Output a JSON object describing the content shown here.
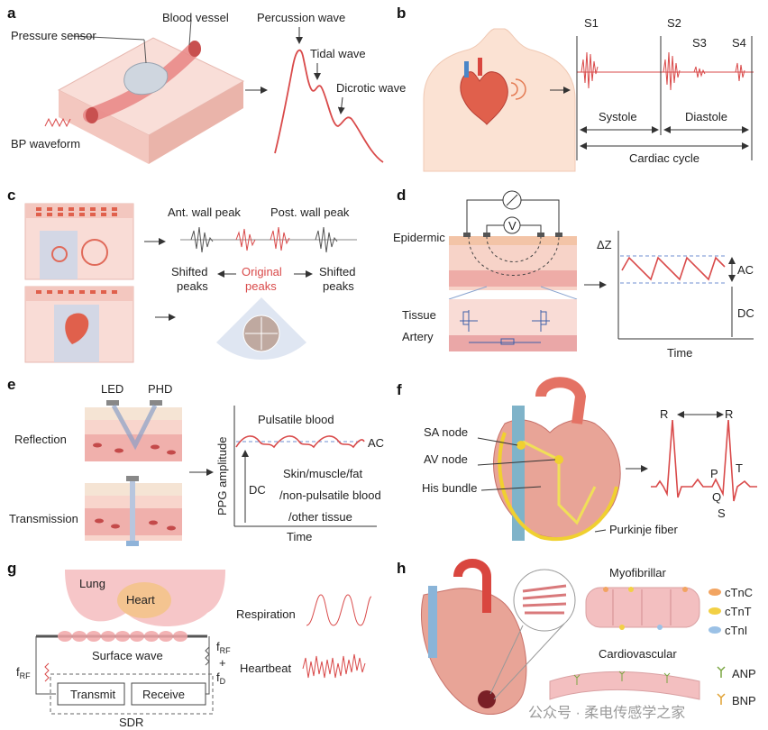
{
  "panels": {
    "a": {
      "letter": "a",
      "pressure_sensor": "Pressure sensor",
      "blood_vessel": "Blood vessel",
      "bp_waveform": "BP waveform",
      "percussion": "Percussion wave",
      "tidal": "Tidal wave",
      "dicrotic": "Dicrotic wave"
    },
    "b": {
      "letter": "b",
      "s1": "S1",
      "s2": "S2",
      "s3": "S3",
      "s4": "S4",
      "systole": "Systole",
      "diastole": "Diastole",
      "cycle": "Cardiac cycle"
    },
    "c": {
      "letter": "c",
      "ant": "Ant. wall peak",
      "post": "Post. wall peak",
      "shifted_l1": "Shifted",
      "shifted_l2": "peaks",
      "orig1": "Original",
      "orig2": "peaks",
      "shifted_r1": "Shifted",
      "shifted_r2": "peaks"
    },
    "d": {
      "letter": "d",
      "epidermic": "Epidermic",
      "tissue": "Tissue",
      "artery": "Artery",
      "delta_z": "ΔZ",
      "ac": "AC",
      "dc": "DC",
      "time": "Time",
      "meter": "V"
    },
    "e": {
      "letter": "e",
      "led": "LED",
      "phd": "PHD",
      "reflection": "Reflection",
      "transmission": "Transmission",
      "pulsatile": "Pulsatile blood",
      "ac": "AC",
      "dc": "DC",
      "tissue1": "Skin/muscle/fat",
      "tissue2": "/non-pulsatile blood",
      "tissue3": "/other tissue",
      "ylabel": "PPG amplitude",
      "xlabel": "Time"
    },
    "f": {
      "letter": "f",
      "sa": "SA node",
      "av": "AV node",
      "his": "His bundle",
      "purkinje": "Purkinje fiber",
      "r1": "R",
      "r2": "R",
      "p": "P",
      "q": "Q",
      "s": "S",
      "t": "T"
    },
    "g": {
      "letter": "g",
      "lung": "Lung",
      "heart": "Heart",
      "surface": "Surface wave",
      "transmit": "Transmit",
      "receive": "Receive",
      "sdr": "SDR",
      "respiration": "Respiration",
      "heartbeat": "Heartbeat",
      "frf": "f",
      "frf_sub": "RF",
      "frf2": "f",
      "frf2_sub": "RF",
      "plus": "+",
      "fd": "f",
      "fd_sub": "D"
    },
    "h": {
      "letter": "h",
      "myofibrillar": "Myofibrillar",
      "cardiovascular": "Cardiovascular",
      "ctnc": "cTnC",
      "ctnt": "cTnT",
      "ctni": "cTnI",
      "anp": "ANP",
      "bnp": "BNP"
    }
  },
  "colors": {
    "wave": "#d94a4a",
    "gray_wave": "#666666",
    "tissue": "#f5c9c2",
    "artery_blue": "#8fb3d9",
    "heart": "#e0604c"
  },
  "watermark": "公众号 · 柔电传感学之家"
}
